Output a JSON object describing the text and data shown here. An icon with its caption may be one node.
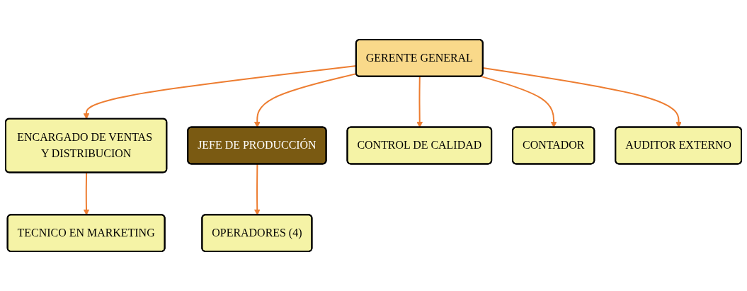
{
  "diagram": {
    "nodes": [
      {
        "text": [
          "GERENTE GENERAL"
        ]
      },
      {
        "text": [
          "ENCARGADO DE VENTAS Y DISTRIBUCION"
        ]
      },
      {
        "text": [
          "JEFE DE PRODUCCIÓN"
        ]
      },
      {
        "text": [
          "CONTROL DE CALIDAD"
        ]
      },
      {
        "text": [
          "CONTADOR"
        ]
      },
      {
        "text": [
          "AUDITOR EXTERNO"
        ]
      },
      {
        "text": [
          "TECNICO EN MARKETING"
        ]
      },
      {
        "text": [
          "OPERADORES (4)"
        ]
      }
    ],
    "edges": [
      {
        "from": 0,
        "to": 1,
        "arrow": "to"
      },
      {
        "from": 0,
        "to": 2,
        "arrow": "to"
      },
      {
        "from": 0,
        "to": 3,
        "arrow": "to"
      },
      {
        "from": 0,
        "to": 4,
        "arrow": "to"
      },
      {
        "from": 0,
        "to": 5,
        "arrow": "to"
      },
      {
        "from": 1,
        "to": 6,
        "arrow": "to"
      },
      {
        "from": 2,
        "to": 7,
        "arrow": "to"
      }
    ]
  }
}
